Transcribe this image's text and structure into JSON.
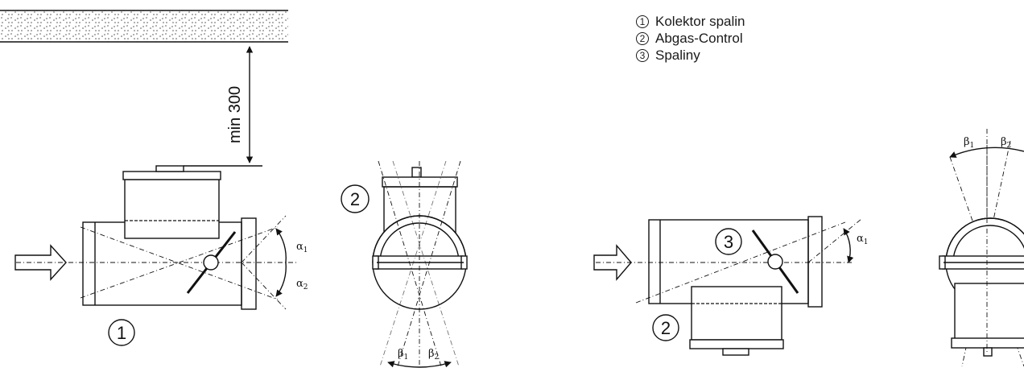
{
  "legend": [
    {
      "number": "1",
      "label": "Kolektor spalin"
    },
    {
      "number": "2",
      "label": "Abgas-Control"
    },
    {
      "number": "3",
      "label": "Spaliny"
    }
  ],
  "dimension": {
    "label": "min 300"
  },
  "callouts": {
    "c1": "1",
    "c2_left": "2",
    "c2_right": "2",
    "c3": "3"
  },
  "angles": {
    "alpha1": "α",
    "alpha2": "α",
    "beta1": "β",
    "beta2": "β",
    "sub1": "1",
    "sub2": "2"
  }
}
